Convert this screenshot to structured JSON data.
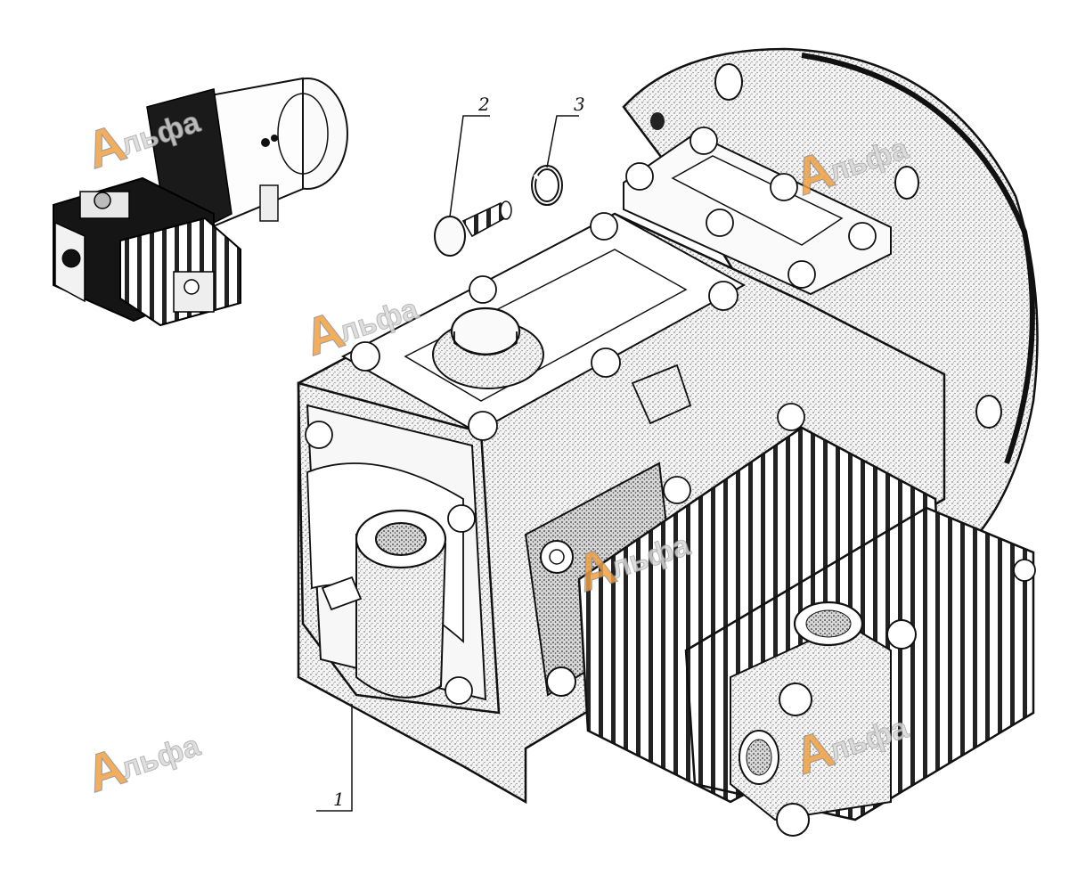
{
  "callouts": [
    {
      "id": "1",
      "label": "1"
    },
    {
      "id": "2",
      "label": "2"
    },
    {
      "id": "3",
      "label": "3"
    }
  ],
  "watermark": {
    "text": "льфа",
    "letter": "А",
    "color_main": "#d0d0d0",
    "color_accent": "#f0a040"
  }
}
